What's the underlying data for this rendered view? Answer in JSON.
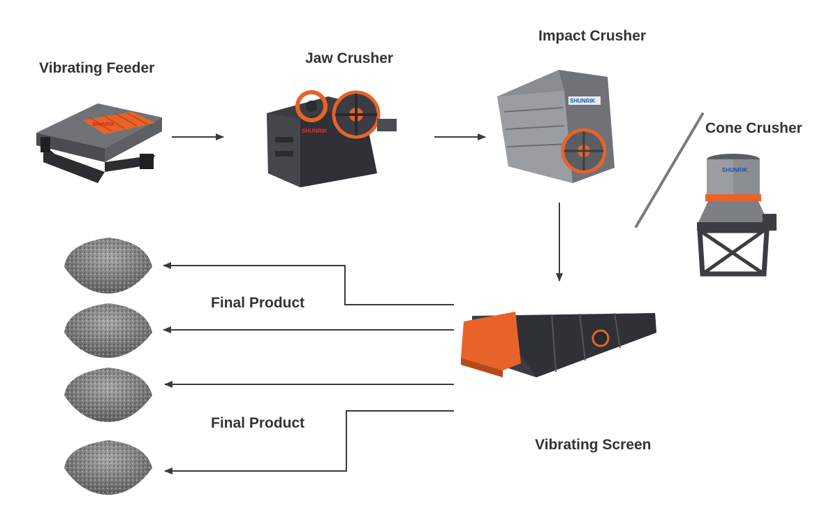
{
  "nodes": {
    "vibrating_feeder": {
      "label": "Vibrating Feeder"
    },
    "jaw_crusher": {
      "label": "Jaw Crusher"
    },
    "impact_crusher": {
      "label": "Impact Crusher"
    },
    "cone_crusher": {
      "label": "Cone Crusher"
    },
    "vibrating_screen": {
      "label": "Vibrating Screen"
    }
  },
  "products": {
    "upper_label": "Final Product",
    "lower_label": "Final Product"
  },
  "brand": {
    "logo_text": "SHUNRIK"
  },
  "colors": {
    "accent_orange": "#e8632a",
    "machine_gray": "#7c7f84",
    "machine_dark": "#3b3d42",
    "arrow": "#3a3a3a",
    "label_text": "#333333"
  },
  "icons": [
    "arrow-right-icon",
    "arrow-down-icon",
    "arrow-left-icon",
    "gravel-pile-icon"
  ]
}
